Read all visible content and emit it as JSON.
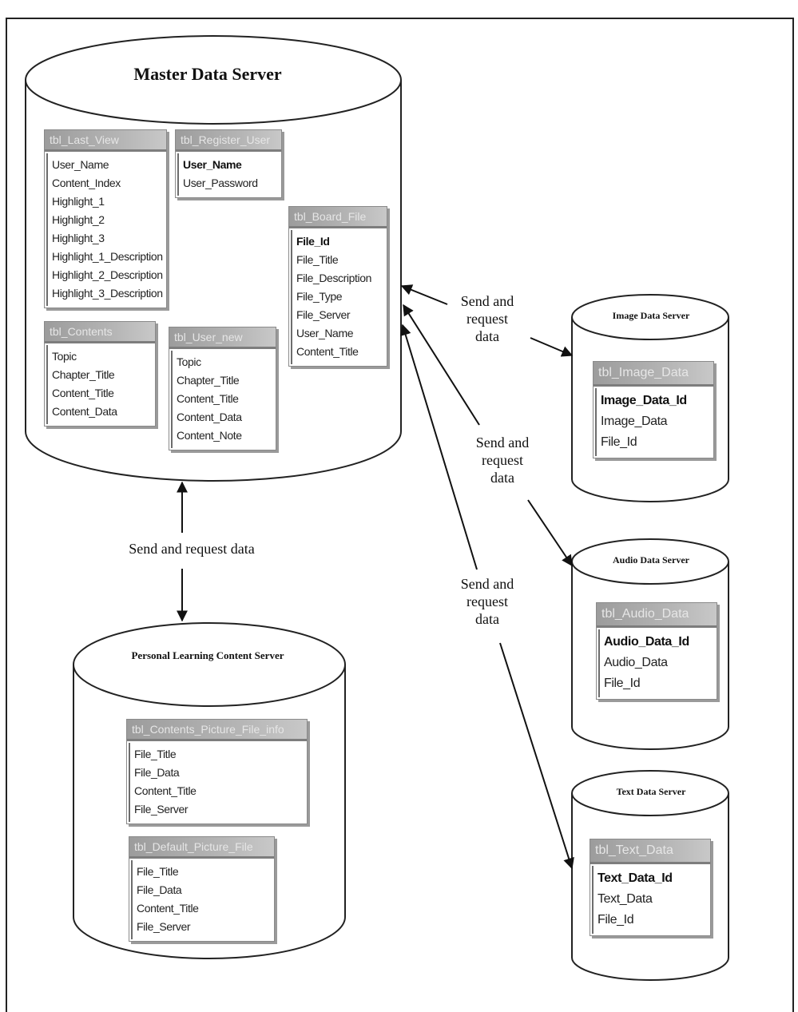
{
  "diagram": {
    "servers": {
      "master": {
        "title": "Master Data Server",
        "tables": [
          {
            "name": "tbl_Last_View",
            "fields": [
              "User_Name",
              "Content_Index",
              "Highlight_1",
              "Highlight_2",
              "Highlight_3",
              "Highlight_1_Description",
              "Highlight_2_Description",
              "Highlight_3_Description"
            ],
            "pk_count": 0
          },
          {
            "name": "tbl_Register_User",
            "fields": [
              "User_Name",
              "User_Password"
            ],
            "pk_count": 1
          },
          {
            "name": "tbl_Board_File",
            "fields": [
              "File_Id",
              "File_Title",
              "File_Description",
              "File_Type",
              "File_Server",
              "User_Name",
              "Content_Title"
            ],
            "pk_count": 1
          },
          {
            "name": "tbl_Contents",
            "fields": [
              "Topic",
              "Chapter_Title",
              "Content_Title",
              "Content_Data"
            ],
            "pk_count": 0
          },
          {
            "name": "tbl_User_new",
            "fields": [
              "Topic",
              "Chapter_Title",
              "Content_Title",
              "Content_Data",
              "Content_Note"
            ],
            "pk_count": 0
          }
        ]
      },
      "personal": {
        "title": "Personal Learning Content Server",
        "tables": [
          {
            "name": "tbl_Contents_Picture_File_info",
            "fields": [
              "File_Title",
              "File_Data",
              "Content_Title",
              "File_Server"
            ],
            "pk_count": 0
          },
          {
            "name": "tbl_Default_Picture_File",
            "fields": [
              "File_Title",
              "File_Data",
              "Content_Title",
              "File_Server"
            ],
            "pk_count": 0
          }
        ]
      },
      "image": {
        "title": "Image Data Server",
        "tables": [
          {
            "name": "tbl_Image_Data",
            "fields": [
              "Image_Data_Id",
              "Image_Data",
              "File_Id"
            ],
            "pk_count": 1
          }
        ]
      },
      "audio": {
        "title": "Audio Data Server",
        "tables": [
          {
            "name": "tbl_Audio_Data",
            "fields": [
              "Audio_Data_Id",
              "Audio_Data",
              "File_Id"
            ],
            "pk_count": 1
          }
        ]
      },
      "text": {
        "title": "Text Data Server",
        "tables": [
          {
            "name": "tbl_Text_Data",
            "fields": [
              "Text_Data_Id",
              "Text_Data",
              "File_Id"
            ],
            "pk_count": 1
          }
        ]
      }
    },
    "connections": [
      {
        "from": "master",
        "to": "personal",
        "label": "Send and request data"
      },
      {
        "from": "master",
        "to": "image",
        "label": "Send and request data"
      },
      {
        "from": "master",
        "to": "audio",
        "label": "Send and request data"
      },
      {
        "from": "master",
        "to": "text",
        "label": "Send and request data"
      }
    ],
    "multiline_label": [
      "Send and",
      "request",
      "data"
    ]
  }
}
